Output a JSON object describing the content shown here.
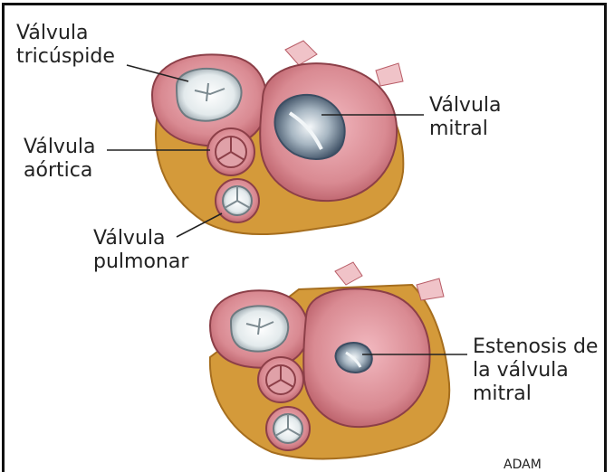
{
  "colors": {
    "frame": "#111111",
    "tissue": "#d98a92",
    "tissue_dark": "#b85c66",
    "muscle_fat": "#d49a3a",
    "valve_white": "#e8eef0",
    "leader_line": "#222222"
  },
  "labels": {
    "tricuspid": [
      "Válvula",
      "tricúspide"
    ],
    "aortic": [
      "Válvula",
      "aórtica"
    ],
    "pulmonary": [
      "Válvula",
      "pulmonar"
    ],
    "mitral": [
      "Válvula",
      "mitral"
    ],
    "stenosis": [
      "Estenosis de",
      "la válvula",
      "mitral"
    ]
  },
  "corner_text": "ADAM"
}
